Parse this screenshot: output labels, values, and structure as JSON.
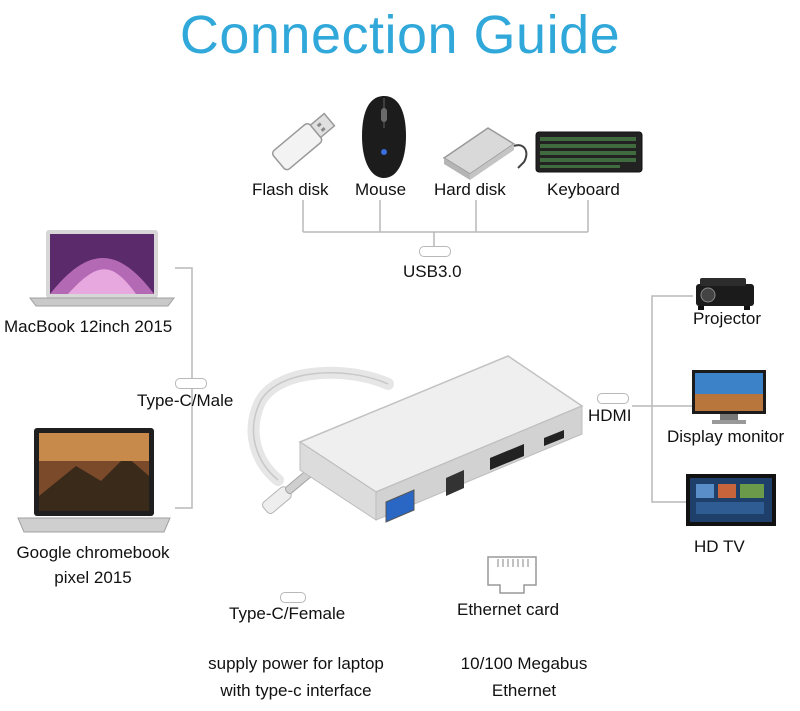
{
  "title": "Connection Guide",
  "usb_devices": {
    "flash_disk": "Flash disk",
    "mouse": "Mouse",
    "hard_disk": "Hard disk",
    "keyboard": "Keyboard",
    "hub_label": "USB3.0"
  },
  "laptops": {
    "macbook": "MacBook 12inch 2015",
    "chromebook_line1": "Google chromebook",
    "chromebook_line2": "pixel 2015",
    "connector": "Type-C/Male"
  },
  "hdmi": {
    "label": "HDMI",
    "projector": "Projector",
    "monitor": "Display monitor",
    "tv": "HD TV"
  },
  "typec_female": {
    "label": "Type-C/Female",
    "desc_line1": "supply power for laptop",
    "desc_line2": "with type-c interface"
  },
  "ethernet": {
    "label": "Ethernet card",
    "desc_line1": "10/100 Megabus",
    "desc_line2": "Ethernet"
  }
}
